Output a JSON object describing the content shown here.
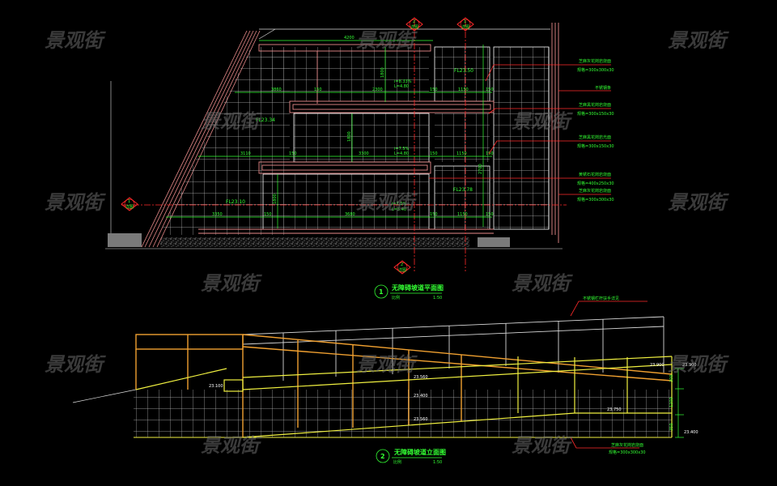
{
  "watermark": "景观街",
  "colors": {
    "background": "#000000",
    "dimension": "#33ff33",
    "axis": "#ff2a2a",
    "wall": "#e88a8a",
    "grid": "#bbbbbb",
    "frame": "#f0a030",
    "slope": "#f0f040"
  },
  "plan": {
    "title": "无障碍坡道平面图",
    "number": "1",
    "scale_label": "比例",
    "scale": "1:50",
    "section_marks": [
      {
        "num": "1",
        "sheet": "详图"
      },
      {
        "num": "2",
        "sheet": "详图"
      },
      {
        "num": "1",
        "sheet": "详图"
      },
      {
        "num": "2",
        "sheet": "详图"
      }
    ],
    "dims_top": "4200",
    "dims_row1": [
      "3860",
      "150",
      "2300",
      "150",
      "1150",
      "150"
    ],
    "dims_row2": [
      "3110",
      "150",
      "3300",
      "150",
      "1150",
      "150"
    ],
    "dims_row3": [
      "3350",
      "150",
      "3680",
      "150",
      "1150",
      "150"
    ],
    "dims_vertical": [
      "1800",
      "1800",
      "2700",
      "1800"
    ],
    "levels": [
      "FL23.50",
      "FL23.34",
      "FL23.10",
      "FL23.78"
    ],
    "slopes": [
      {
        "i": "i=8.33%",
        "l": "L=4.80"
      },
      {
        "i": "i=7.5%",
        "l": "L=4.80"
      },
      {
        "i": "i=7.5%",
        "l": "L=5.40"
      }
    ],
    "legend": [
      {
        "name": "芝麻灰花岗岩烧面",
        "spec": "规格=300x300x30"
      },
      {
        "name": "不锈钢条",
        "spec": ""
      },
      {
        "name": "芝麻黑花岗岩烧面",
        "spec": "规格=300x150x30"
      },
      {
        "name": "芝麻黑花岗岩光面",
        "spec": "规格=300x150x30"
      },
      {
        "name": "黄锈石花岗岩烧面",
        "spec": "规格=400x250x30"
      },
      {
        "name": "芝麻灰花岗岩烧面",
        "spec": "规格=300x300x30"
      }
    ]
  },
  "elevation": {
    "title": "无障碍坡道立面图",
    "number": "2",
    "scale_label": "比例",
    "scale": "1:50",
    "levels_left": [
      "23.100",
      "23.560",
      "23.400",
      "23.560"
    ],
    "levels_right": [
      "23.900",
      "23.900",
      "23.750",
      "23.400"
    ],
    "dims_right": [
      "300",
      "1200",
      "350"
    ],
    "callout_top": "不锈钢栏杆扶手详见",
    "callout_bottom": {
      "name": "芝麻灰花岗岩烧面",
      "spec": "规格=300x300x30"
    }
  }
}
